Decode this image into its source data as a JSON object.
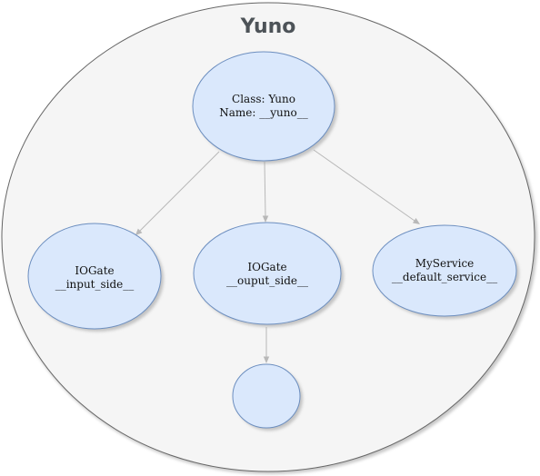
{
  "title": "Yuno",
  "colors": {
    "container_fill": "#f5f5f5",
    "container_stroke": "#666666",
    "node_fill": "#dae8fc",
    "node_stroke": "#6c8ebf",
    "edge": "#b8b8b8",
    "title": "#4d5358"
  },
  "nodes": [
    {
      "id": "yuno",
      "lines": [
        "Class: Yuno",
        "Name: __yuno__"
      ]
    },
    {
      "id": "input_side",
      "lines": [
        "IOGate",
        "__input_side__"
      ]
    },
    {
      "id": "ouput_side",
      "lines": [
        "IOGate",
        "__ouput_side__"
      ]
    },
    {
      "id": "default_service",
      "lines": [
        "MyService",
        "__default_service__"
      ]
    },
    {
      "id": "unnamed",
      "lines": []
    }
  ],
  "edges": [
    {
      "from": "yuno",
      "to": "input_side"
    },
    {
      "from": "yuno",
      "to": "ouput_side"
    },
    {
      "from": "yuno",
      "to": "default_service"
    },
    {
      "from": "ouput_side",
      "to": "unnamed"
    }
  ]
}
